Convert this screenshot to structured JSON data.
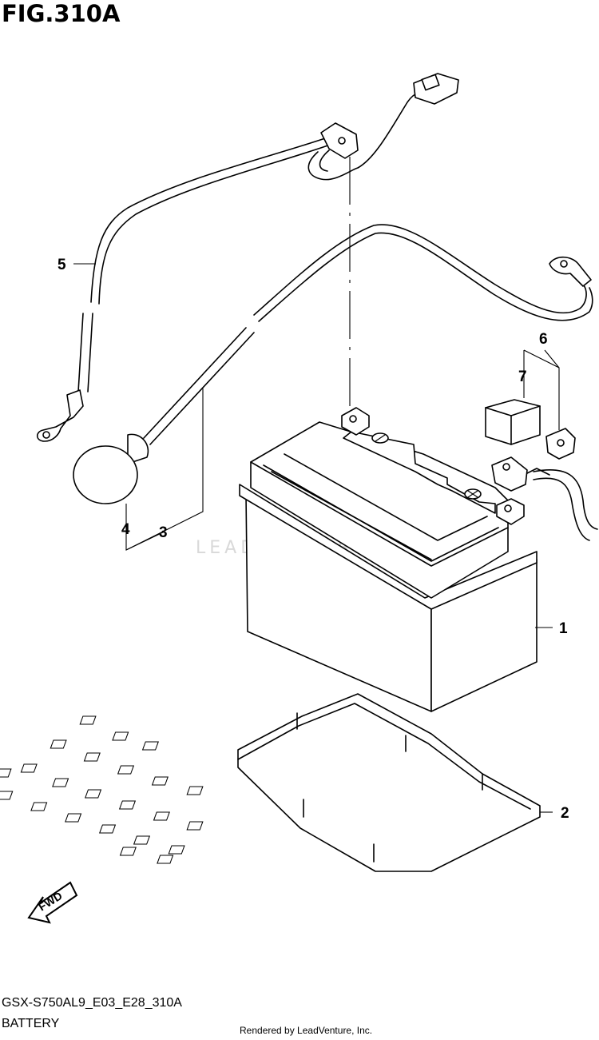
{
  "figure": {
    "title": "FIG.310A",
    "diagram_code": "GSX-S750AL9_E03_E28_310A",
    "section_name": "BATTERY",
    "credit": "Rendered by LeadVenture, Inc.",
    "watermark": "LEADVENTURE"
  },
  "callouts": {
    "c1": "1",
    "c2": "2",
    "c3": "3",
    "c4": "4",
    "c5": "5",
    "c6": "6",
    "c7": "7"
  },
  "direction_marker": {
    "label": "FWD",
    "icon": "fwd-arrow-icon"
  }
}
